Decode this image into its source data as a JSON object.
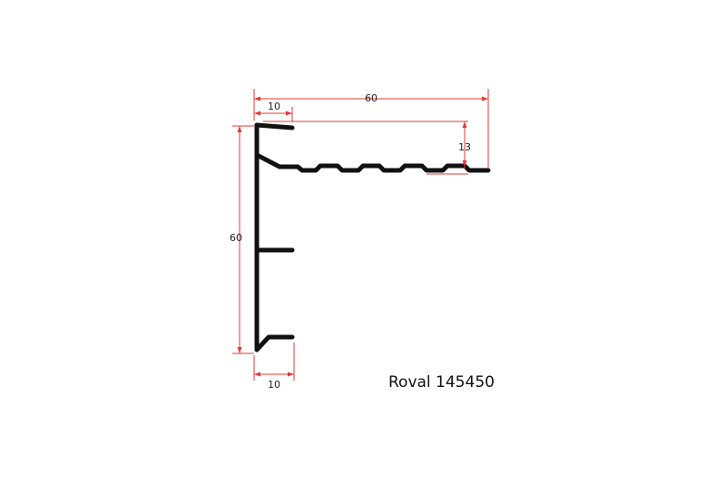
{
  "diagram": {
    "product_label": "Roval 145450",
    "dimensions": {
      "top_width": "60",
      "top_lip": "10",
      "height": "60",
      "offset": "13",
      "bottom_lip": "10"
    },
    "colors": {
      "dimension_line": "#e53935",
      "profile": "#111111"
    }
  }
}
